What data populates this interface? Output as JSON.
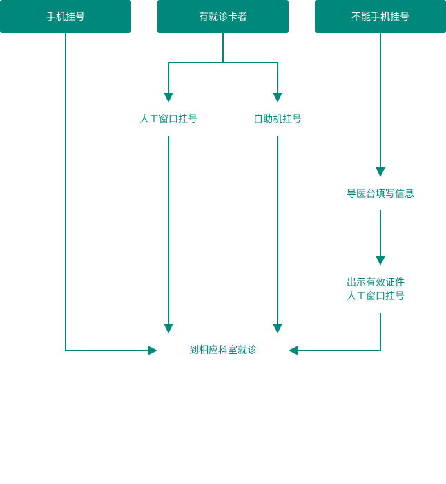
{
  "colors": {
    "accent": "#00897b",
    "background": "#ffffff"
  },
  "top": {
    "phone": "手机挂号",
    "card": "有就诊卡者",
    "no_phone": "不能手机挂号"
  },
  "nodes": {
    "window": "人工窗口挂号",
    "self_service": "自助机挂号",
    "guide_desk": "导医台填写信息",
    "show_id_line1": "出示有效证件",
    "show_id_line2": "人工窗口挂号",
    "destination": "到相应科室就诊"
  }
}
